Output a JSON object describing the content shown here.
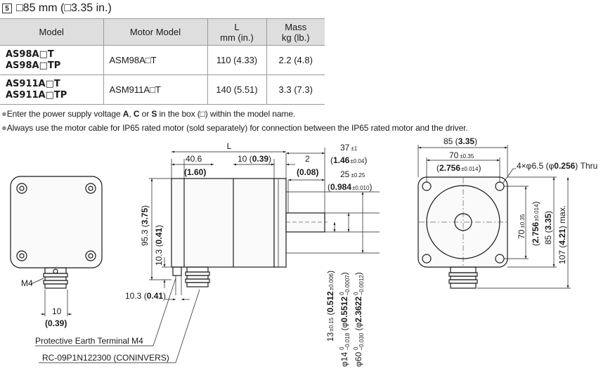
{
  "header": {
    "badge": "5",
    "title": "□85 mm (□3.35 in.)"
  },
  "table": {
    "headers": {
      "model": "Model",
      "motor_model": "Motor Model",
      "length_line1": "L",
      "length_line2": "mm (in.)",
      "mass_line1": "Mass",
      "mass_line2": "kg (lb.)"
    },
    "rows": [
      {
        "model_line1": "AS98A□T",
        "model_line2": "AS98A□TP",
        "motor_model": "ASM98A□T",
        "length": "110 (4.33)",
        "mass": "2.2 (4.8)"
      },
      {
        "model_line1": "AS911A□T",
        "model_line2": "AS911A□TP",
        "motor_model": "ASM911A□T",
        "length": "140 (5.51)",
        "mass": "3.3 (7.3)"
      }
    ]
  },
  "notes": {
    "bullet": "●",
    "note1_pre": "Enter the power supply voltage ",
    "a": "A",
    "comma": ", ",
    "c": "C",
    "or": " or ",
    "s": "S",
    "note1_post": " in the box (□) within the model name.",
    "note2": "Always use the motor cable for IP65 rated motor (sold separately) for connection between the IP65 rated motor and the driver."
  },
  "drawing": {
    "labels": {
      "m4": "M4",
      "dim10": "10",
      "dim10_in": "(0.39)",
      "pe_terminal": "Protective Earth Terminal M4",
      "connector": "RC-09P1N122300 (CONINVERS)",
      "L": "L",
      "d40_6": "40.6",
      "d40_6_in": "(1.60)",
      "d10_0_39_pre": "10 (",
      "d10_0_39_val": "0.39",
      "d10_0_39_post": ")",
      "d2": "2",
      "d2_in": "(0.08)",
      "d37": "37",
      "d37_tol": "±1",
      "d1_46_pre": "(",
      "d1_46_val": "1.46",
      "d1_46_tol": "±0.04",
      "d1_46_post": ")",
      "d25": "25",
      "d25_tol": "±0.25",
      "d0_984_pre": "(",
      "d0_984_val": "0.984",
      "d0_984_tol": "±0.010",
      "d0_984_post": ")",
      "d95_3_pre": "95.3 (",
      "d95_3_val": "3.75",
      "d95_3_post": ")",
      "d10_3_pre": "10.3 (",
      "d10_3_val": "0.41",
      "d10_3_post": ")",
      "d10_3b_pre": "10.3 (",
      "d10_3b_val": "0.41",
      "d10_3b_post": ")",
      "v13_pre": "13",
      "v13_tol": "±0.15",
      "v13_mid": " (",
      "v13_val": "0.512",
      "v13_tol2": "±0.006",
      "v13_post": ")",
      "v14_pre": "φ14",
      "v14_tol_top": "0",
      "v14_tol_bot": "−0.018",
      "v14_mid": " (φ",
      "v14_val": "0.5512",
      "v14_tol2_top": "0",
      "v14_tol2_bot": "−0.0007",
      "v14_post": ")",
      "v60_pre": "φ60",
      "v60_tol_top": "0",
      "v60_tol_bot": "−0.030",
      "v60_mid": " (φ",
      "v60_val": "2.3622",
      "v60_tol2_top": "0",
      "v60_tol2_bot": "−0.0012",
      "v60_post": ")",
      "d85_pre": "85 (",
      "d85_val": "3.35",
      "d85_post": ")",
      "d70": "70",
      "d70_tol": "±0.35",
      "d2_756_pre": "(",
      "d2_756_val": "2.756",
      "d2_756_tol": "±0.014",
      "d2_756_post": ")",
      "holes_pre": "4×φ6.5 (φ",
      "holes_val": "0.256",
      "holes_post": ") Thru",
      "v70": "70",
      "v70_tol": "±0.35",
      "v2_756_pre": "(",
      "v2_756_val": "2.756",
      "v2_756_tol": "±0.014",
      "v2_756_post": ")",
      "v85_pre": "85 (",
      "v85_val": "3.35",
      "v85_post": ")",
      "v107_pre": "107 (",
      "v107_val": "4.21",
      "v107_post": ") max."
    }
  }
}
